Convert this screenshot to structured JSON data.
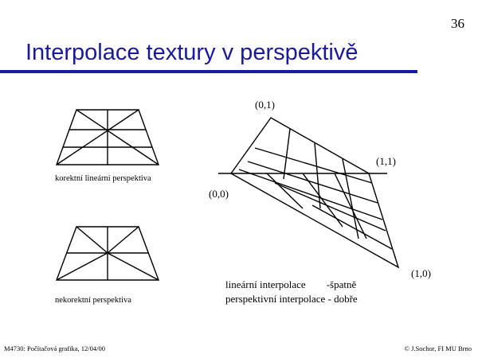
{
  "page_number": "36",
  "title": "Interpolace textury v perspektivě",
  "captions": {
    "correct": "korektní lineární perspektiva",
    "incorrect": "nekorektní perspektiva"
  },
  "corner_labels": {
    "c01": "(0,1)",
    "c11": "(1,1)",
    "c00": "(0,0)",
    "c10": "(1,0)"
  },
  "legend": {
    "line1": "lineární interpolace        -špatně",
    "line2": "perspektivní interpolace - dobře"
  },
  "footer": {
    "left": "M4730: Počítačová grafika, 12/04/00",
    "right": "© J.Sochor, FI MU Brno"
  },
  "colors": {
    "title": "#1a1a9c",
    "rule": "#1a1aa0",
    "lines": "#000000"
  }
}
